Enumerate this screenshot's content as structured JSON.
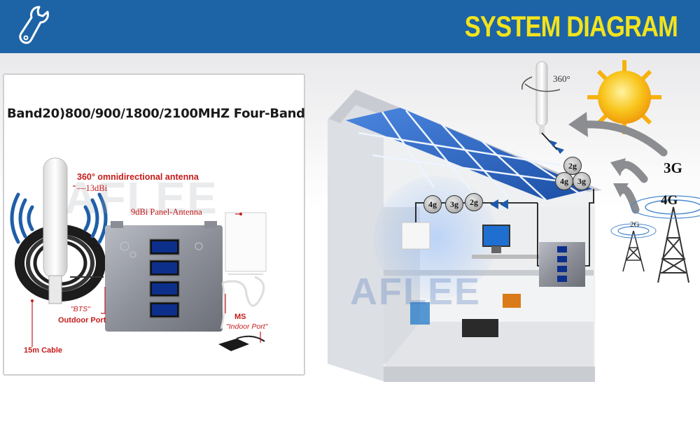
{
  "header": {
    "title": "SYSTEM DIAGRAM",
    "icon": "wrench-icon",
    "background": "#1d64a6",
    "title_color": "#f3e31c"
  },
  "kit": {
    "band_title": "Band20)800/900/1800/2100MHZ Four-Band",
    "watermark": "AFLEE",
    "omni_antenna": "360° omnidirectional antenna",
    "omni_gain": "—13dBi",
    "panel_antenna": "9dBi Panel-Antenna",
    "bts_label": "\"BTS\"",
    "outdoor_port": "Outdoor Port",
    "ms_label": "MS",
    "indoor_port": "\"Indoor Port\"",
    "cable": "15m Cable",
    "label_color": "#c51b1b"
  },
  "house": {
    "rotation_label": "360°",
    "watermark": "AFLEE",
    "roof_signals": [
      "2g",
      "4g",
      "3g"
    ],
    "indoor_signals": [
      "4g",
      "3g",
      "2g"
    ]
  },
  "towers": {
    "labels": [
      "3G",
      "4G",
      "2G"
    ]
  }
}
